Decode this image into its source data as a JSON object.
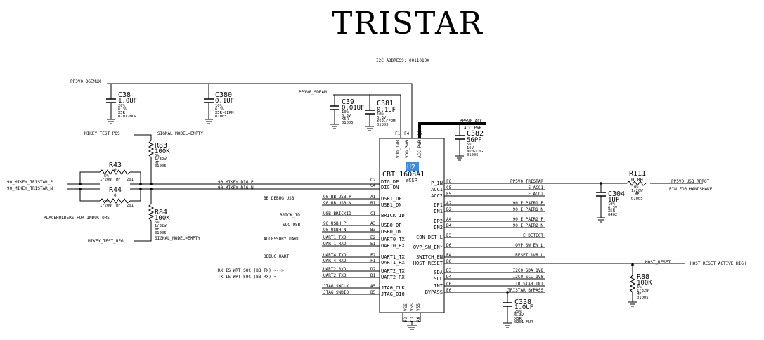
{
  "title": "TRISTAR",
  "i2c_address": "I2C ADDRESS: 0011010X",
  "chip": {
    "ref": "U2",
    "part": "CBTL1608A1",
    "package": "WCSP"
  },
  "top_pins": [
    {
      "pin": "F1",
      "name": "VDD_1V8"
    },
    {
      "pin": "F4",
      "name": "VDD_3V0"
    },
    {
      "pin": "D5",
      "name": "ACC_PWR"
    }
  ],
  "bottom_pins": [
    {
      "pin": "F3",
      "name": "VSS"
    },
    {
      "pin": "C3",
      "name": "VSS"
    },
    {
      "pin": "A6",
      "name": "VSS"
    }
  ],
  "left_pins": [
    {
      "pin": "C2",
      "name": "DIG_DP",
      "net": "90_MIKEY_DIG_P",
      "label": ""
    },
    {
      "pin": "C4",
      "name": "DIG_DN",
      "net": "90_MIKEY_DIG_N",
      "label": ""
    },
    {
      "pin": "A1",
      "name": "USB1_DP",
      "net": "90_BB_USB_P",
      "label": "BB DEBUG USB"
    },
    {
      "pin": "B1",
      "name": "USB1_DN",
      "net": "90_BB_USB_N",
      "label": ""
    },
    {
      "pin": "C1",
      "name": "BRICK_ID",
      "net": "USB_BRICKID",
      "label": "BRICK_ID"
    },
    {
      "pin": "A3",
      "name": "USB0_DP",
      "net": "90_USBH_P",
      "label": "SOC USB"
    },
    {
      "pin": "B3",
      "name": "USB0_DN",
      "net": "90_USBH_N",
      "label": ""
    },
    {
      "pin": "E2",
      "name": "UART0_TX",
      "net": "UART1_TXD",
      "label": "ACCESSORY UART"
    },
    {
      "pin": "E1",
      "name": "UART0_RX",
      "net": "UART1_RXD",
      "label": ""
    },
    {
      "pin": "F2",
      "name": "UART1_TX",
      "net": "UART4_TXD",
      "label": "DEBUG UART"
    },
    {
      "pin": "F1",
      "name": "UART1_RX",
      "net": "UART4_RXD",
      "label": ""
    },
    {
      "pin": "D2",
      "name": "UART2_TX",
      "net": "UART2_RXD",
      "label": "RX IS WRT SOC (BB TX)  --->"
    },
    {
      "pin": "D1",
      "name": "UART2_RX",
      "net": "UART2_TXD",
      "label": "TX IS WRT SOC (BB RX)  <---"
    },
    {
      "pin": "A5",
      "name": "JTAG_CLK",
      "net": "JTAG_SWCLK",
      "label": ""
    },
    {
      "pin": "B5",
      "name": "JTAG_DIO",
      "net": "JTAG_SWDIO",
      "label": ""
    }
  ],
  "right_pins": [
    {
      "pin": "F6",
      "name": "P_IN",
      "net": "PP5V0_TRISTAR"
    },
    {
      "pin": "C5",
      "name": "ACC1",
      "net": "E_ACC1"
    },
    {
      "pin": "E5",
      "name": "ACC2",
      "net": "E_ACC2"
    },
    {
      "pin": "A2",
      "name": "DP1",
      "net": "90_E_PAIR1_P"
    },
    {
      "pin": "B2",
      "name": "DN1",
      "net": "90_E_PAIR1_N"
    },
    {
      "pin": "A4",
      "name": "DP2",
      "net": "90_E_PAIR2_P"
    },
    {
      "pin": "B4",
      "name": "DN2",
      "net": "90_E_PAIR2_N"
    },
    {
      "pin": "E3",
      "name": "CON_DET_L",
      "net": "E_DETECT"
    },
    {
      "pin": "D6",
      "name": "OVP_SW_EN*",
      "net": "OVP_SW_EN_L"
    },
    {
      "pin": "E4",
      "name": "SWITCH_EN",
      "net": "RESET_1V8_L"
    },
    {
      "pin": "B6",
      "name": "HOST_RESET",
      "net": "HOST_RESET"
    },
    {
      "pin": "D3",
      "name": "SDA",
      "net": "I2C0_SDA_1V8"
    },
    {
      "pin": "D4",
      "name": "SCL",
      "net": "I2C0_SCL_1V8"
    },
    {
      "pin": "C6",
      "name": "INT",
      "net": "TRISTAR_INT"
    },
    {
      "pin": "E6",
      "name": "BYPASS",
      "net": "TRISTAR_BYPASS"
    }
  ],
  "nets": {
    "pp1v8_sdram": "PP1V8_SDRAM",
    "pp3v0_ogemux": "PP3V0_OGEMUX",
    "pp5v0_acc": "PP5V0_ACC",
    "acc_pwr": "ACC_PWR",
    "mikey_test_pos": "MIKEY_TEST_POS",
    "mikey_test_neg": "MIKEY_TEST_NEG",
    "mikey_tristar_p": "90_MIKEY_TRISTAR_P",
    "mikey_tristar_n": "90_MIKEY_TRISTAR_N",
    "pp5v0_usb_rprot": "PP5V0_USB_RPROT",
    "host_reset_active_high": "HOST_RESET ACTIVE HIGH",
    "pin_for_handshake": "PIN FOR HANDSHAKE"
  },
  "notes": {
    "signal_model_1": "SIGNAL_MODEL=EMPTY",
    "signal_model_2": "SIGNAL_MODEL=EMPTY",
    "placeholders": "PLACEHOLDERS FOR INDUCTORS"
  },
  "components": {
    "c38": {
      "ref": "C38",
      "value": "1.0UF",
      "spec": [
        "20%",
        "6.3V",
        "X5R",
        "0201-MUR"
      ]
    },
    "c380": {
      "ref": "C380",
      "value": "0.1UF",
      "spec": [
        "10%",
        "6.3V",
        "X5R-CERM",
        "01005"
      ]
    },
    "c39": {
      "ref": "C39",
      "value": "0.01UF",
      "spec": [
        "10%",
        "6.3V",
        "X5R",
        "01005"
      ]
    },
    "c381": {
      "ref": "C381",
      "value": "0.1UF",
      "spec": [
        "10%",
        "6.3V",
        "X5R-CERM",
        "01005"
      ]
    },
    "c382": {
      "ref": "C382",
      "value": "56PF",
      "spec": [
        "5%",
        "16V",
        "NP0-C0G",
        "01005"
      ]
    },
    "c304": {
      "ref": "C304",
      "value": "1UF",
      "spec": [
        "10%",
        "6.3V",
        "X5R",
        "0402"
      ]
    },
    "c338": {
      "ref": "C338",
      "value": "1.0UF",
      "spec": [
        "20%",
        "6.3V",
        "X5R",
        "0201-MUR"
      ]
    },
    "r83": {
      "ref": "R83",
      "value": "100K",
      "spec": [
        "5%",
        "1/32W",
        "MF",
        "01005"
      ]
    },
    "r84": {
      "ref": "R84",
      "value": "100K",
      "spec": [
        "5%",
        "1/32W",
        "MF",
        "01005"
      ]
    },
    "r43": {
      "ref": "R43",
      "value": "0",
      "spec": [
        "5%",
        "1/20W",
        "MF",
        "201"
      ]
    },
    "r44": {
      "ref": "R44",
      "value": "0",
      "spec": [
        "5%",
        "1/20W",
        "MF",
        "201"
      ]
    },
    "r111": {
      "ref": "R111",
      "value": "0.00",
      "spec": [
        "0%",
        "1/20W",
        "MF",
        "01005"
      ]
    },
    "r88": {
      "ref": "R88",
      "value": "100K",
      "spec": [
        "5%",
        "1/32W",
        "MF",
        "01005"
      ]
    }
  }
}
